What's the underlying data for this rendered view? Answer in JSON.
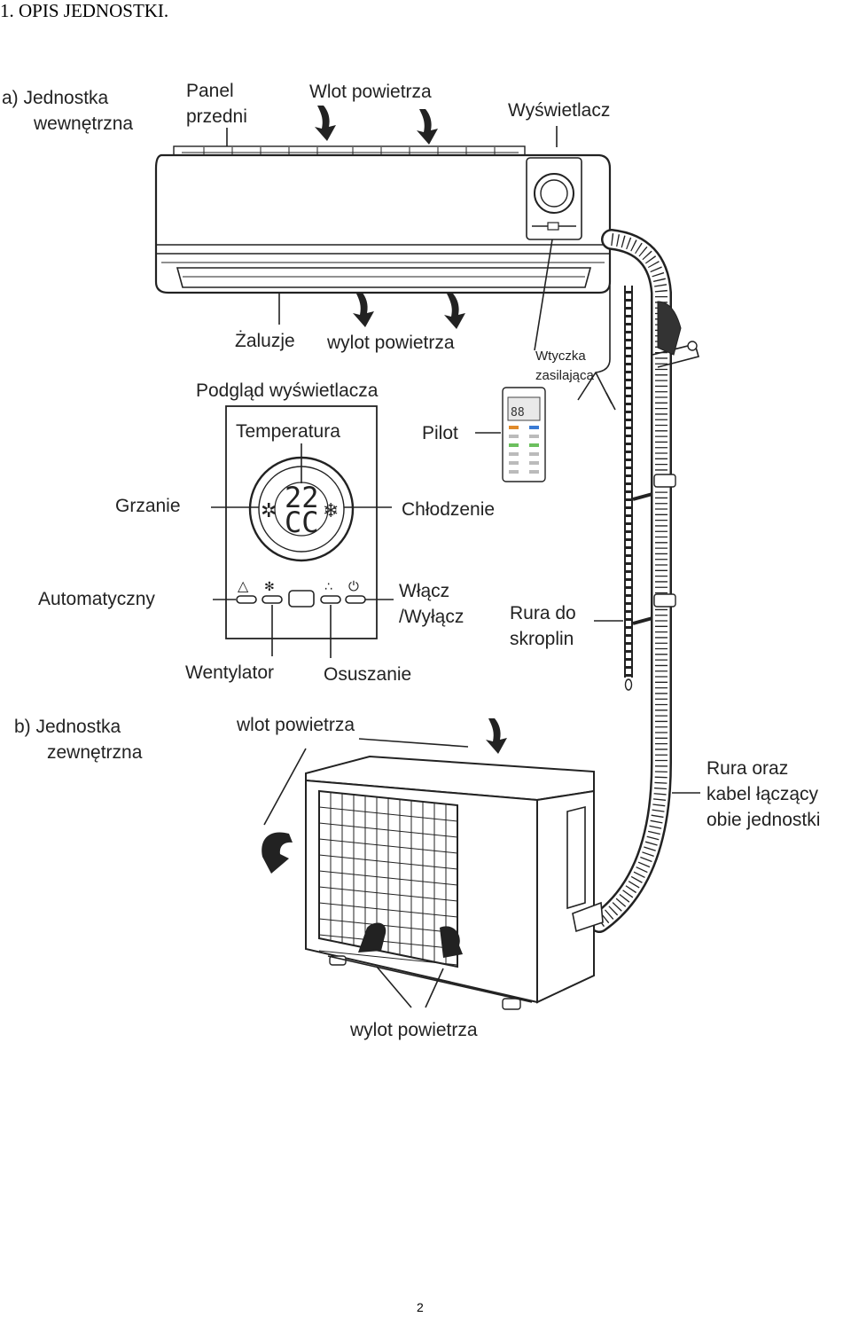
{
  "heading": "1. OPIS JEDNOSTKI.",
  "page_number": "2",
  "indoor": {
    "title_line1": "a) Jednostka",
    "title_line2": "wewnętrzna",
    "panel_line1": "Panel",
    "panel_line2": "przedni",
    "air_inlet": "Wlot powietrza",
    "display": "Wyświetlacz",
    "louvers": "Żaluzje",
    "air_outlet": "wylot powietrza",
    "plug_line1": "Wtyczka",
    "plug_line2": "zasilająca"
  },
  "display_preview": {
    "title": "Podgląd wyświetlacza",
    "temperature": "Temperatura",
    "temp_value": "22",
    "temp_code": "CC",
    "heating": "Grzanie",
    "cooling": "Chłodzenie",
    "auto": "Automatyczny",
    "power_line1": "Włącz",
    "power_line2": "/Wyłącz",
    "fan": "Wentylator",
    "dry": "Osuszanie"
  },
  "remote": {
    "label": "Pilot",
    "screen": "88"
  },
  "drain": {
    "line1": "Rura do",
    "line2": "skroplin"
  },
  "outdoor": {
    "title_line1": "b) Jednostka",
    "title_line2": "zewnętrzna",
    "air_inlet": "wlot powietrza",
    "air_outlet": "wylot powietrza"
  },
  "pipe": {
    "line1": "Rura oraz",
    "line2": "kabel łączący",
    "line3": "obie jednostki"
  }
}
